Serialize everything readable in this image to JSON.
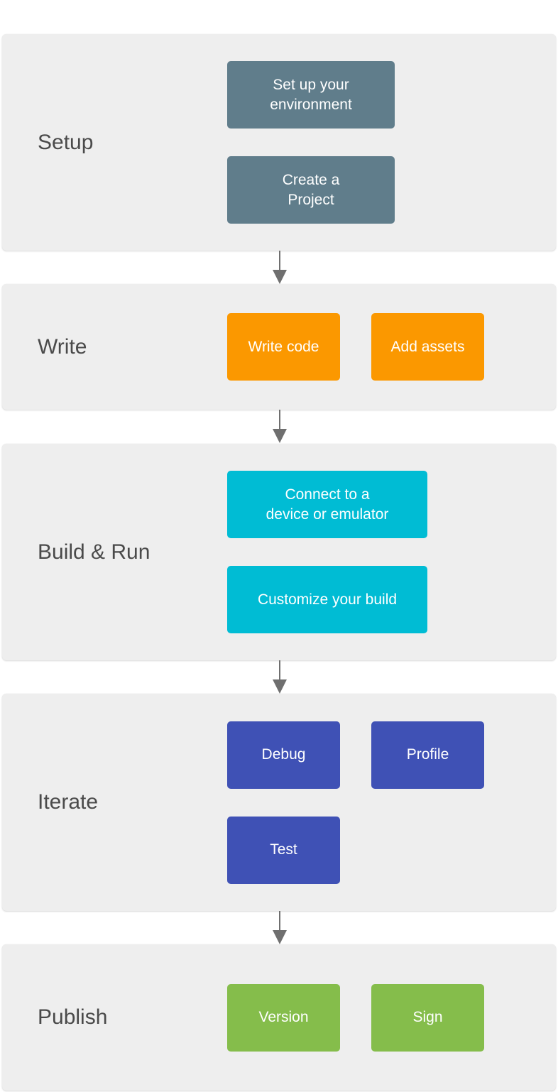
{
  "palette": {
    "band_background": "#eeeeee",
    "label_color": "#4a4a4a",
    "arrow_color": "#6f6f6f",
    "setup_color": "#607d8b",
    "write_color": "#fb9800",
    "build_run_color": "#00bcd4",
    "iterate_color": "#3f51b5",
    "publish_color": "#85bd4b",
    "button_text_color": "#ffffff"
  },
  "stages": [
    {
      "label": "Setup",
      "buttons": [
        {
          "label": "Set up your\nenvironment"
        },
        {
          "label": "Create a\nProject"
        }
      ]
    },
    {
      "label": "Write",
      "buttons": [
        {
          "label": "Write code"
        },
        {
          "label": "Add assets"
        }
      ]
    },
    {
      "label": "Build & Run",
      "buttons": [
        {
          "label": "Connect to a\ndevice or emulator"
        },
        {
          "label": "Customize your build"
        }
      ]
    },
    {
      "label": "Iterate",
      "buttons": [
        {
          "label": "Debug"
        },
        {
          "label": "Profile"
        },
        {
          "label": "Test"
        }
      ]
    },
    {
      "label": "Publish",
      "buttons": [
        {
          "label": "Version"
        },
        {
          "label": "Sign"
        }
      ]
    }
  ]
}
